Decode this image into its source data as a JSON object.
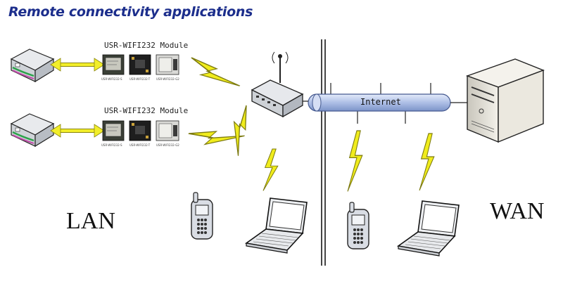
{
  "title": "Remote connectivity applications",
  "modules": [
    {
      "label": "USR-WIFI232 Module",
      "chips": [
        "USR-WIFI232-S",
        "USR-WIFI232-T",
        "USR-WIFI232-G2"
      ]
    },
    {
      "label": "USR-WIFI232 Module",
      "chips": [
        "USR-WIFI232-S",
        "USR-WIFI232-T",
        "USR-WIFI232-G2"
      ]
    }
  ],
  "internet_label": "Internet",
  "lan_label": "LAN",
  "wan_label": "WAN",
  "colors": {
    "title": "#1c2e8c",
    "arrow": "#f2ee2a",
    "bolt": "#f0ec1c",
    "pipe": "#aebfe6",
    "device": "#dfe1e4"
  },
  "icons": [
    "serial-device-icon",
    "wifi-module-icon",
    "router-icon",
    "server-icon",
    "mobile-phone-icon",
    "laptop-icon",
    "lightning-bolt-icon"
  ]
}
